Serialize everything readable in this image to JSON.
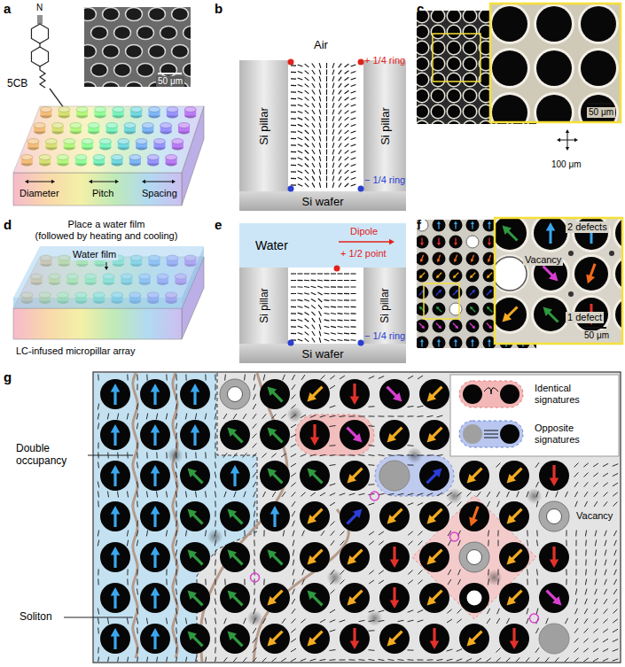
{
  "diagram": {
    "nodes": [
      {
        "text": [
          "Si pillar"
        ]
      },
      {
        "text": [
          "Si pillar"
        ]
      },
      {
        "text": [
          "Si wafer"
        ]
      },
      {
        "text": [
          "Water"
        ]
      },
      {
        "text": [
          "Si pillar"
        ]
      },
      {
        "text": [
          "Si pillar"
        ]
      },
      {
        "text": [
          "Si wafer"
        ]
      }
    ],
    "labels": [
      "a",
      "N",
      "5CB",
      "50 μm",
      "Diameter",
      "Pitch",
      "Spacing",
      "b",
      "Air",
      "+ 1/4 ring",
      "− 1/4 ring",
      "c",
      "50 μm",
      "100 μm",
      "d",
      "Place a water film",
      "(followed by heating and cooling)",
      "Water film",
      "LC-infused micropillar array",
      "e",
      "Dipole",
      "+ 1/2 point",
      "− 1/4 ring",
      "f",
      "2 defects",
      "Vacancy",
      "1 defect",
      "50 μm",
      "g",
      "Double occupancy",
      "Soliton",
      "Vacancy"
    ],
    "legend": [
      {
        "text": "Identical signatures"
      },
      {
        "text": "Opposite signatures"
      }
    ]
  }
}
